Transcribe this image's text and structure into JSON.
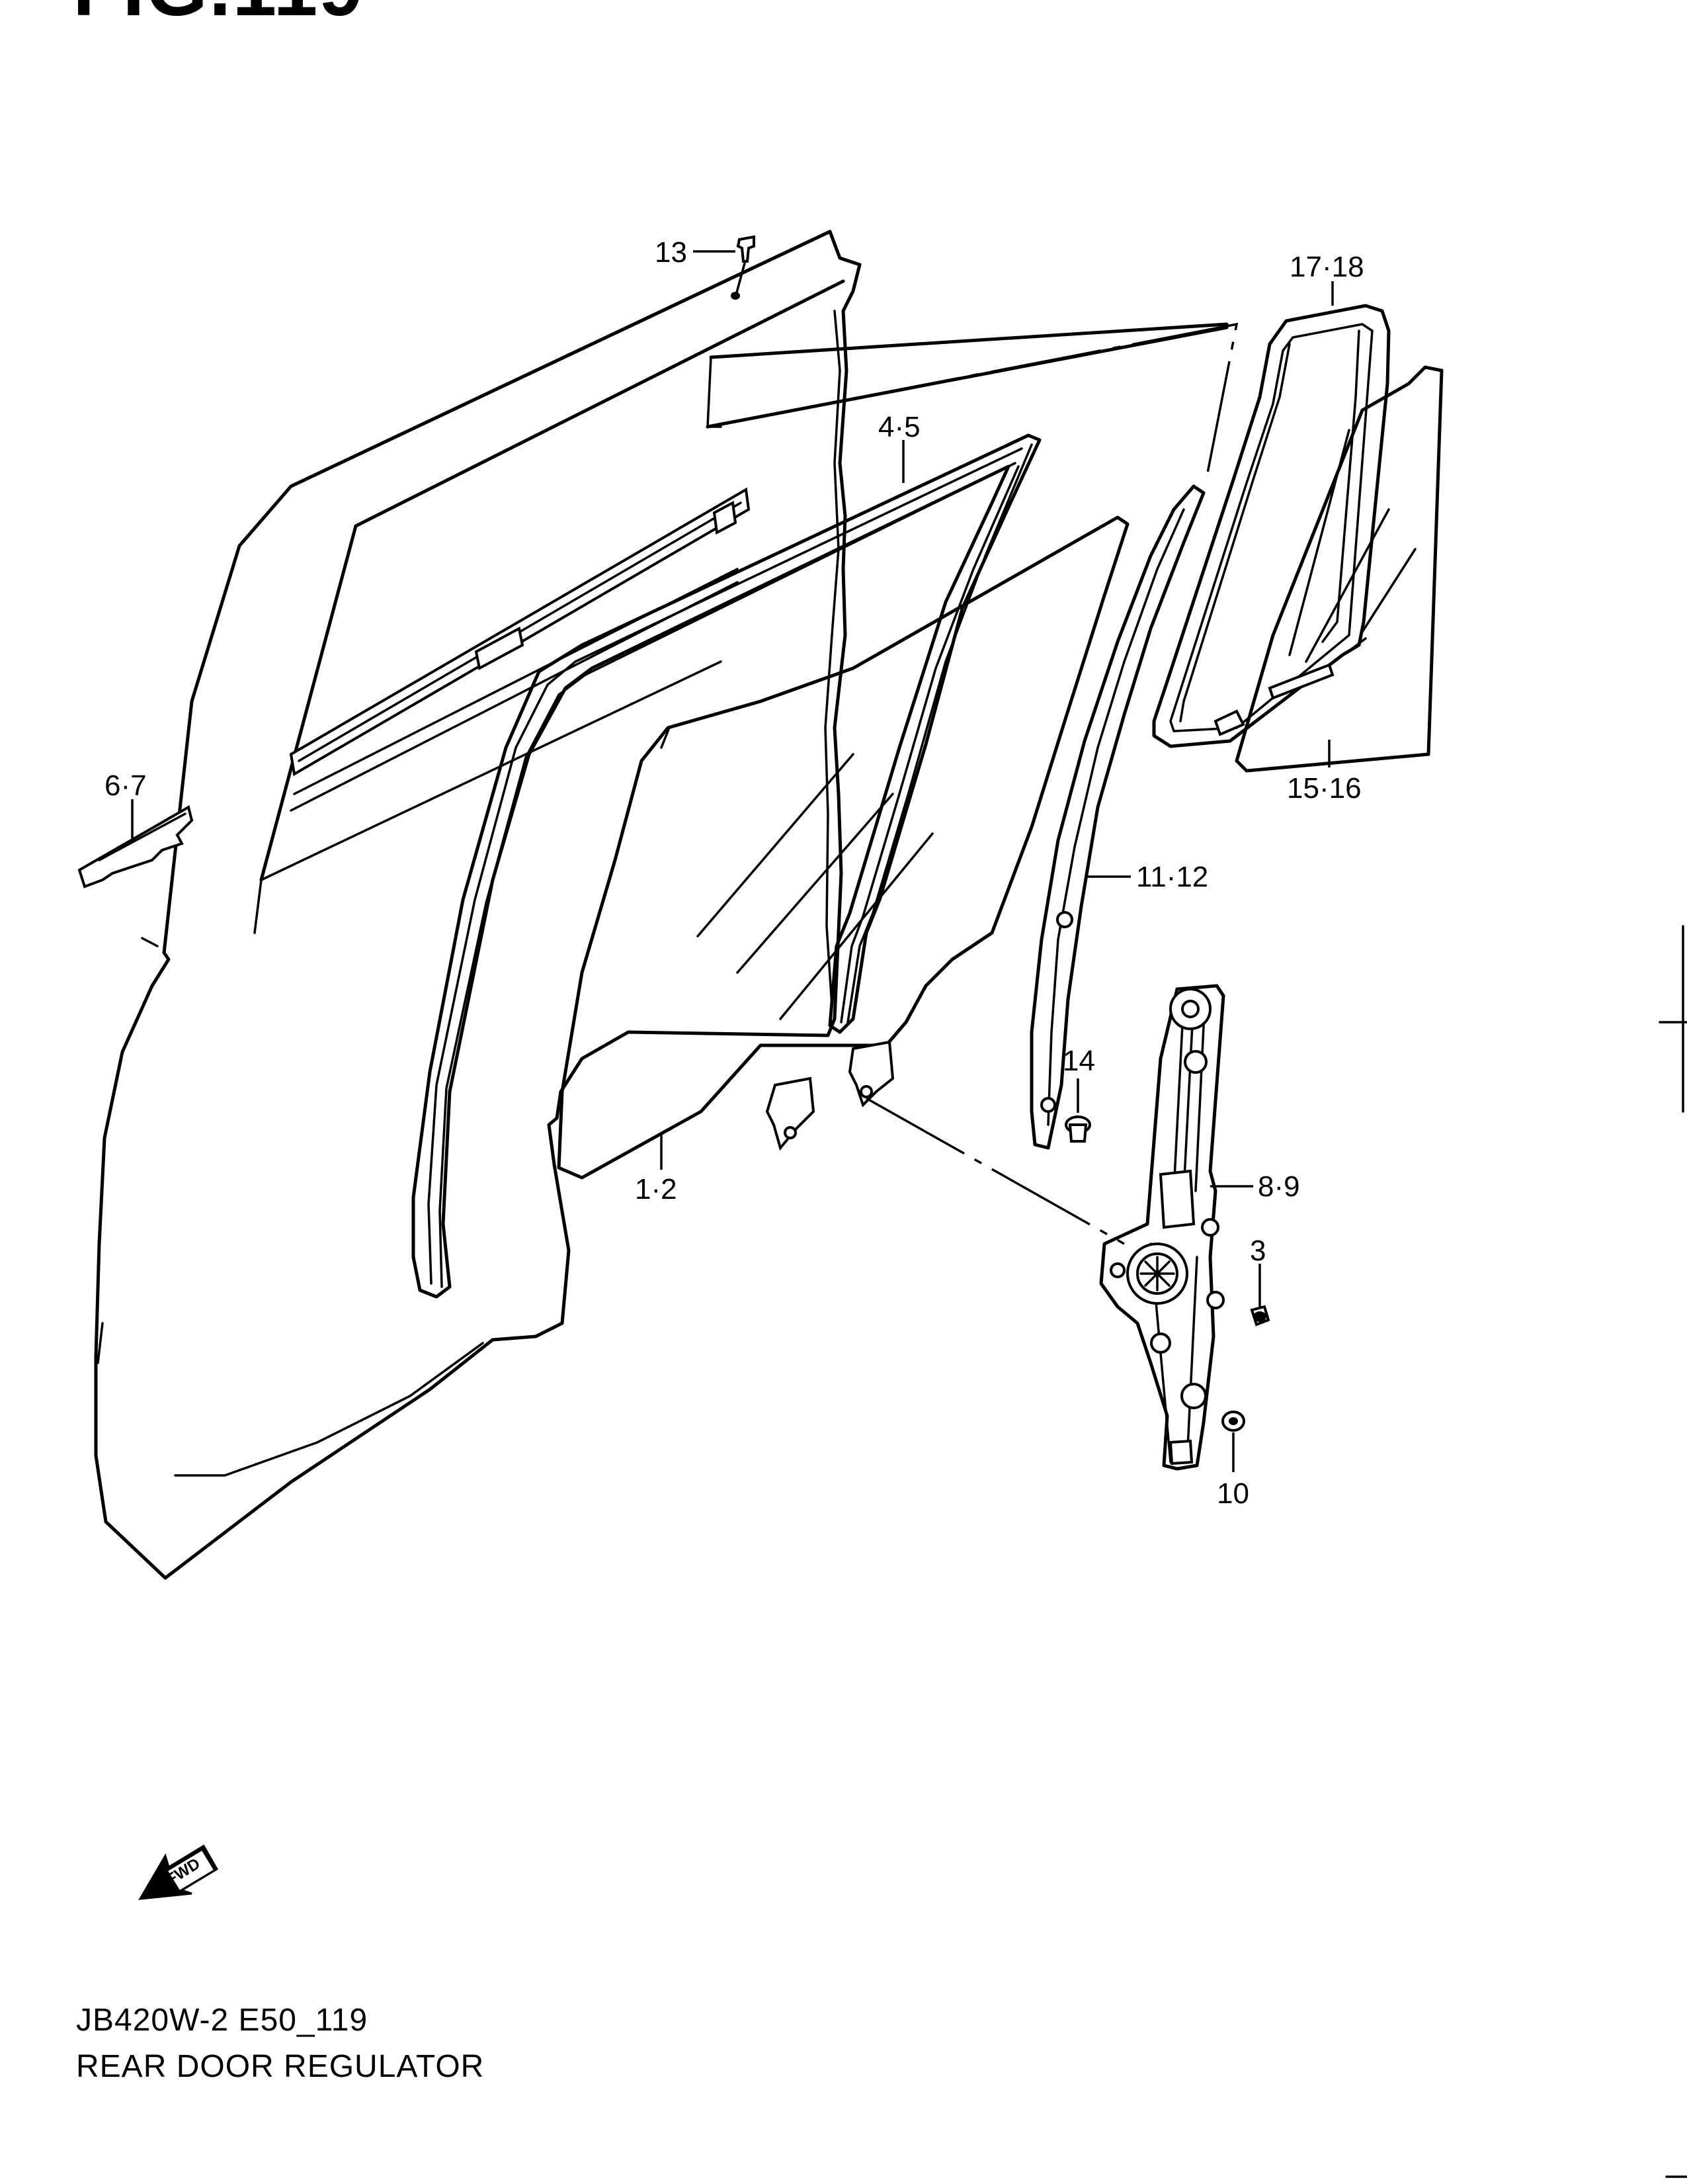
{
  "figure_title": "FIG.119",
  "diagram_code": "JB420W-2 E50_119",
  "diagram_name": "REAR DOOR REGULATOR",
  "fwd_label": "FWD",
  "callouts": {
    "c13": "13",
    "c17_18": "17·18",
    "c4_5": "4·5",
    "c6_7": "6·7",
    "c15_16": "15·16",
    "c11_12": "11·12",
    "c14": "14",
    "c1_2": "1·2",
    "c8_9": "8·9",
    "c3": "3",
    "c10": "10"
  }
}
